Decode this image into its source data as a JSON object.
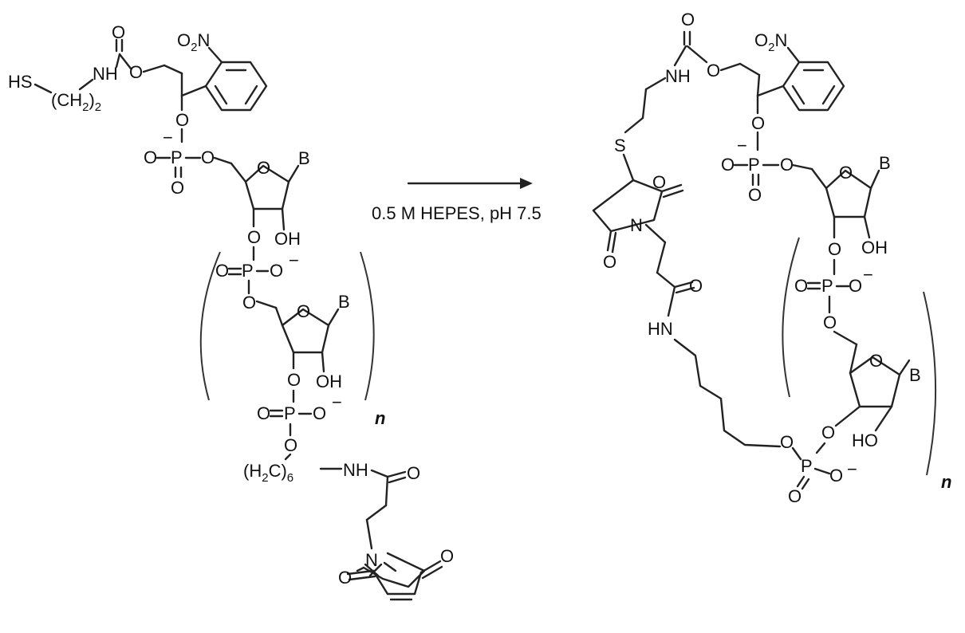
{
  "reaction": {
    "conditions": "0.5 M HEPES, pH 7.5",
    "repeat_label": "n"
  },
  "atoms": {
    "hs": "HS",
    "nh": "NH",
    "hn": "HN",
    "o": "O",
    "o2n": "O",
    "o2n_sub": "2",
    "o2n_n": "N",
    "p": "P",
    "b": "B",
    "oh": "OH",
    "ho": "HO",
    "s": "S",
    "n": "N",
    "minus": "−",
    "ch2_paren_open": "(CH",
    "ch2_sub": "2",
    "ch2_close": ")",
    "two": "2",
    "h2c_open": "(H",
    "h2c_sub": "2",
    "h2c_close": "C)",
    "six": "6"
  }
}
